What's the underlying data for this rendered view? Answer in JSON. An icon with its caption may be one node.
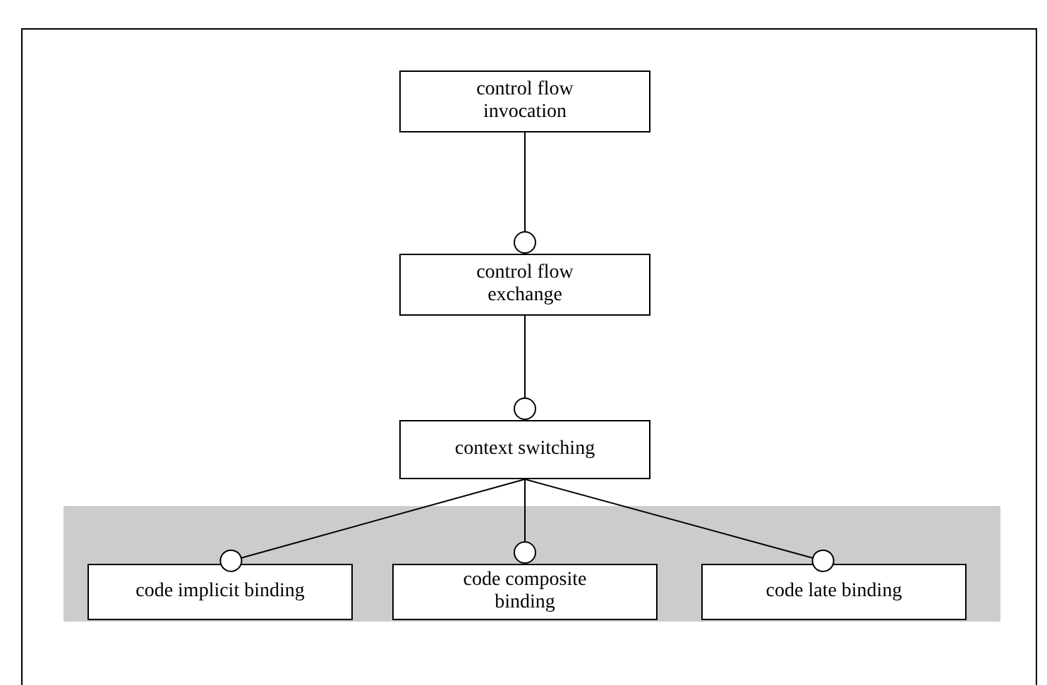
{
  "diagram": {
    "nodes": [
      {
        "text": [
          "control flow invocation"
        ]
      },
      {
        "text": [
          "control flow exchange"
        ]
      },
      {
        "text": [
          "context switching"
        ]
      },
      {
        "text": [],
        "shape": "band"
      },
      {
        "text": [
          "code implicit binding"
        ],
        "in": 3
      },
      {
        "text": [
          "code composite binding"
        ],
        "in": 3
      },
      {
        "text": [
          "code late binding"
        ],
        "in": 3
      }
    ],
    "edges": [
      {
        "from": 0,
        "to": 1,
        "arrow": "other"
      },
      {
        "from": 1,
        "to": 2,
        "arrow": "other"
      },
      {
        "from": 2,
        "to": 4,
        "arrow": "other"
      },
      {
        "from": 2,
        "to": 5,
        "arrow": "other"
      },
      {
        "from": 2,
        "to": 6,
        "arrow": "other"
      }
    ]
  }
}
